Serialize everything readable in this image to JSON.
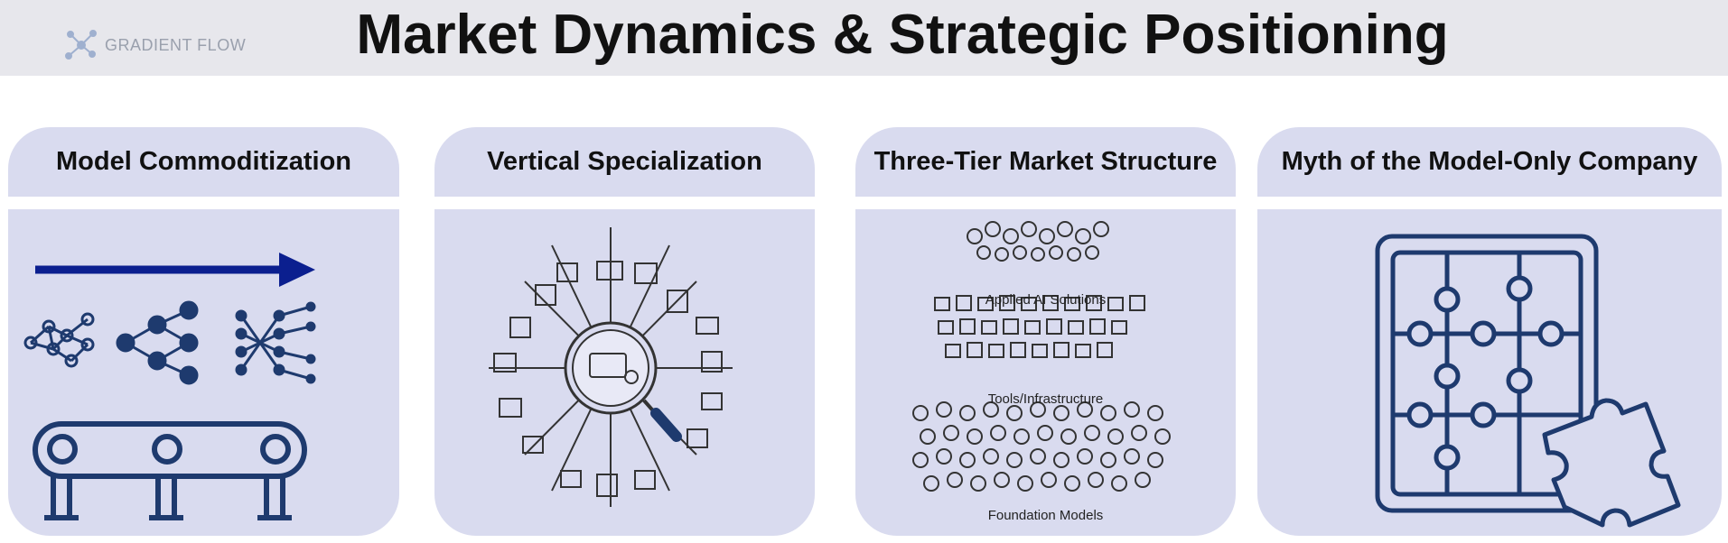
{
  "header": {
    "title": "Market Dynamics & Strategic Positioning",
    "logo_text": "GRADIENT FLOW"
  },
  "cards": [
    {
      "title": "Model Commoditization",
      "icon": "conveyor-belt-networks-icon"
    },
    {
      "title": "Vertical Specialization",
      "icon": "magnifier-industry-wheel-icon"
    },
    {
      "title": "Three-Tier Market Structure",
      "icon": "three-tier-stack-icon",
      "tiers": [
        "Applied AI Solutions",
        "Tools/Infrastructure",
        "Foundation Models"
      ]
    },
    {
      "title": "Myth of the Model-Only Company",
      "icon": "puzzle-missing-piece-icon"
    }
  ],
  "colors": {
    "accent": "#0b1f8f",
    "card": "#d9dbef",
    "header": "#e7e7ec",
    "icon": "#1e3a6e"
  }
}
